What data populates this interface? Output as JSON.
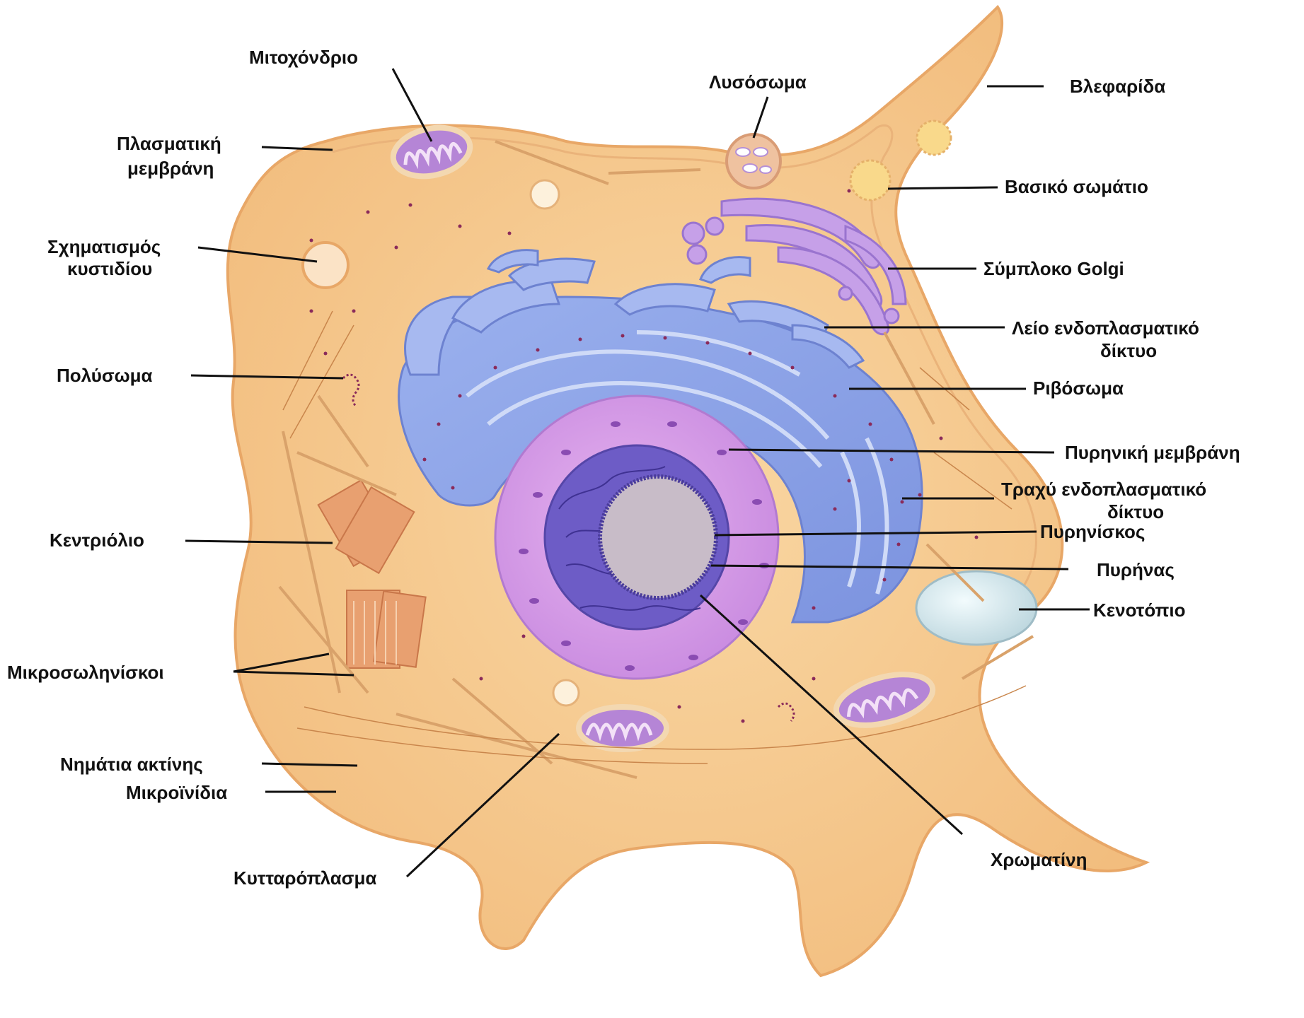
{
  "labels": {
    "mitochondrion": "Μιτοχόνδριο",
    "lysosome": "Λυσόσωμα",
    "cilium": "Βλεφαρίδα",
    "plasma_membrane_1": "Πλασματική",
    "plasma_membrane_2": "μεμβράνη",
    "basal_body": "Βασικό σωμάτιο",
    "vesicle_formation_1": "Σχηματισμός",
    "vesicle_formation_2": "κυστιδίου",
    "golgi": "Σύμπλοκο Golgi",
    "smooth_er_1": "Λείο ενδοπλασματικό",
    "smooth_er_2": "δίκτυο",
    "polysome": "Πολύσωμα",
    "ribosome": "Ριβόσωμα",
    "nuclear_membrane": "Πυρηνική μεμβράνη",
    "rough_er_1": "Τραχύ ενδοπλασματικό",
    "rough_er_2": "δίκτυο",
    "centriole": "Κεντριόλιο",
    "nucleolus": "Πυρηνίσκος",
    "nucleus": "Πυρήνας",
    "vacuole": "Κενοτόπιο",
    "microtubules": "Μικροσωληνίσκοι",
    "actin_filaments": "Νημάτια ακτίνης",
    "microfilaments": "Μικροϊνίδια",
    "cytoplasm": "Κυτταρόπλασμα",
    "chromatin": "Χρωματίνη"
  },
  "colors": {
    "cytoplasm": "#f6c98a",
    "cytoplasm_edge": "#e8b070",
    "er_blue": "#8fa6e6",
    "er_light": "#b7c8f2",
    "nucleus_pink": "#d99ae6",
    "nucleus_dark": "#6b58c4",
    "nucleolus": "#c9bdc9",
    "golgi": "#c6a0e8",
    "mito": "#c49ae0",
    "vacuole": "#d7eaf0",
    "line": "#111111"
  }
}
